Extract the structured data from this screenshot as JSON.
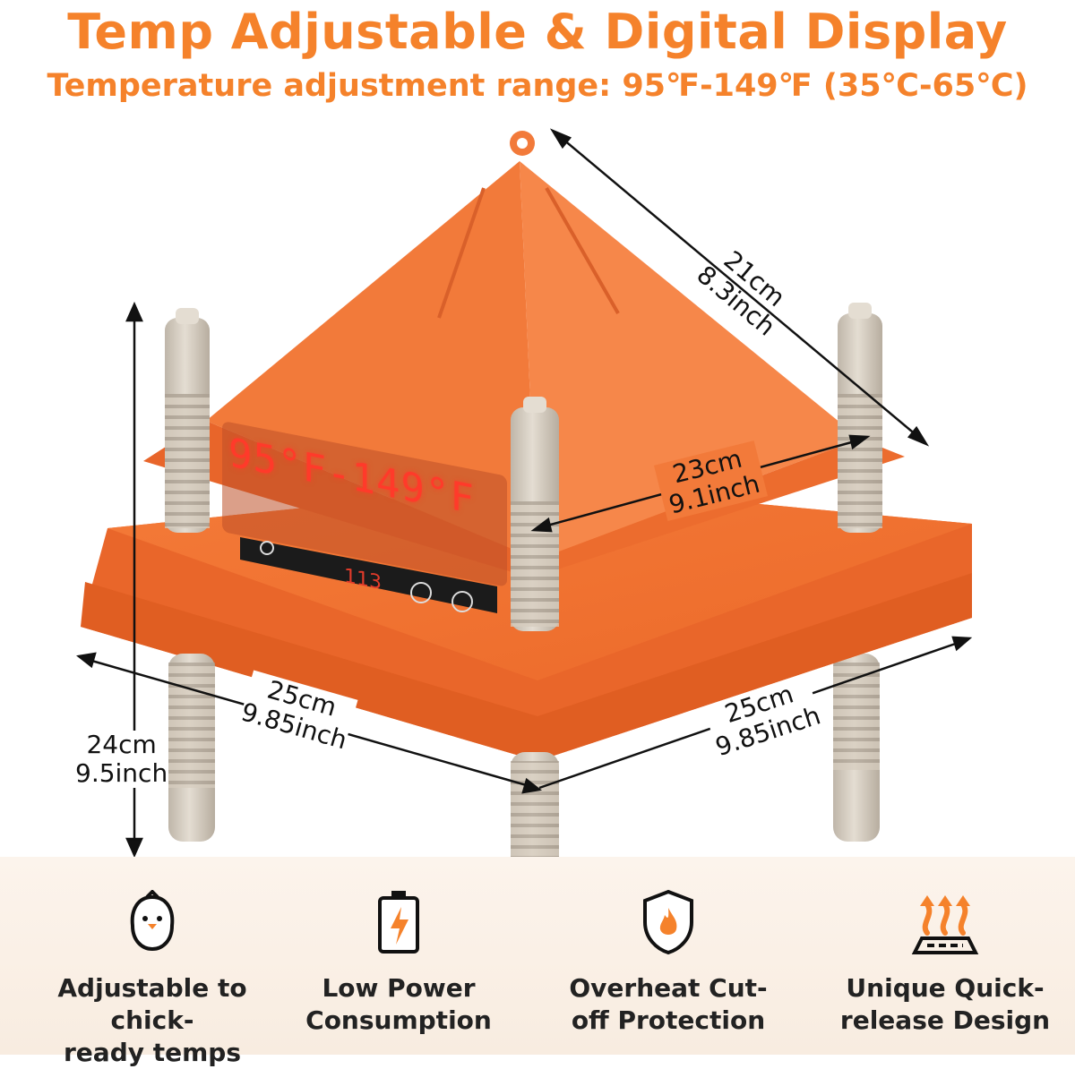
{
  "header": {
    "title": "Temp Adjustable & Digital Display",
    "subtitle": "Temperature adjustment range: 95℉-149℉ (35℃-65℃)"
  },
  "product": {
    "display_reading": "95°F-149°F",
    "panel_reading": "113"
  },
  "dimensions": {
    "slope_cm": "21cm",
    "slope_in": "8.3inch",
    "top_cm": "23cm",
    "top_in": "9.1inch",
    "height_cm": "24cm",
    "height_in": "9.5inch",
    "base_left_cm": "25cm",
    "base_left_in": "9.85inch",
    "base_right_cm": "25cm",
    "base_right_in": "9.85inch"
  },
  "features": [
    {
      "icon": "chick-icon",
      "line1": "Adjustable to chick-",
      "line2": "ready temps"
    },
    {
      "icon": "battery-bolt-icon",
      "line1": "Low Power",
      "line2": "Consumption"
    },
    {
      "icon": "shield-flame-icon",
      "line1": "Overheat Cut-",
      "line2": "off Protection"
    },
    {
      "icon": "heat-release-icon",
      "line1": "Unique Quick-",
      "line2": "release Design"
    }
  ],
  "colors": {
    "accent": "#f5822b",
    "product_orange": "#f0732e",
    "leg": "#d8cfc2"
  }
}
